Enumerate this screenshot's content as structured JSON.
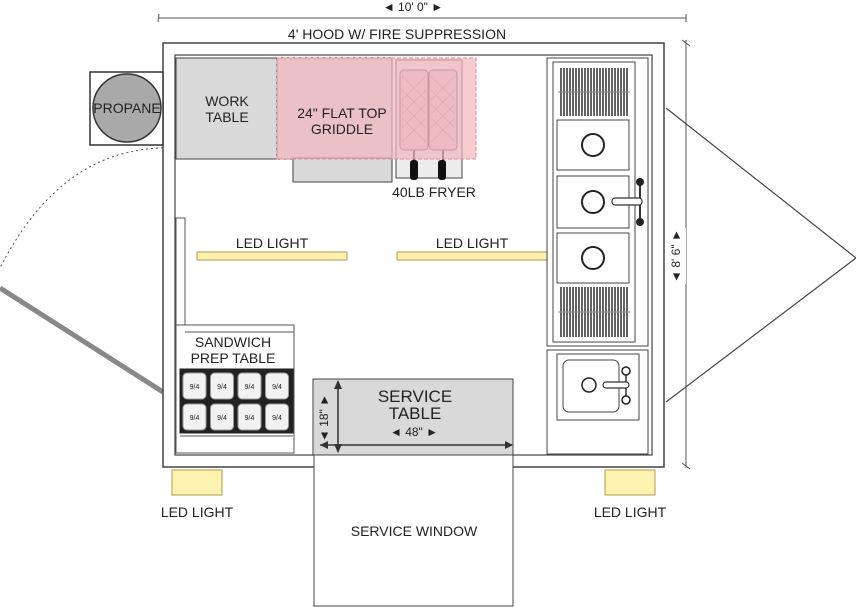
{
  "dimensions": {
    "top_width": "◄ 10' 0\" ►",
    "right_depth": "◄ 8' 6\" ►",
    "service_table_width": "◄ 48\" ►",
    "service_table_depth": "◄ 18\" ►"
  },
  "labels": {
    "hood": "4' HOOD W/ FIRE SUPPRESSION",
    "propane": "PROPANE",
    "work_table_line1": "WORK",
    "work_table_line2": "TABLE",
    "griddle_line1": "24\" FLAT TOP",
    "griddle_line2": "GRIDDLE",
    "fryer": "40LB FRYER",
    "led_light_left": "LED LIGHT",
    "led_light_center": "LED LIGHT",
    "sandwich_line1": "SANDWICH",
    "sandwich_line2": "PREP TABLE",
    "service_table_line1": "SERVICE",
    "service_table_line2": "TABLE",
    "service_window": "SERVICE WINDOW",
    "led_light_bottom_left": "LED LIGHT",
    "led_light_bottom_right": "LED LIGHT",
    "pan_size": "9/4"
  },
  "colors": {
    "wall": "#444444",
    "equipment_fill": "#d9d9d9",
    "hood_fill": "#f4b6bd",
    "hood_stroke": "#e58a96",
    "led_fill": "#fdf3b0",
    "led_stroke": "#b49a4a",
    "propane_fill": "#a9a9a9",
    "fryer_basket": "#e7c6c6"
  }
}
